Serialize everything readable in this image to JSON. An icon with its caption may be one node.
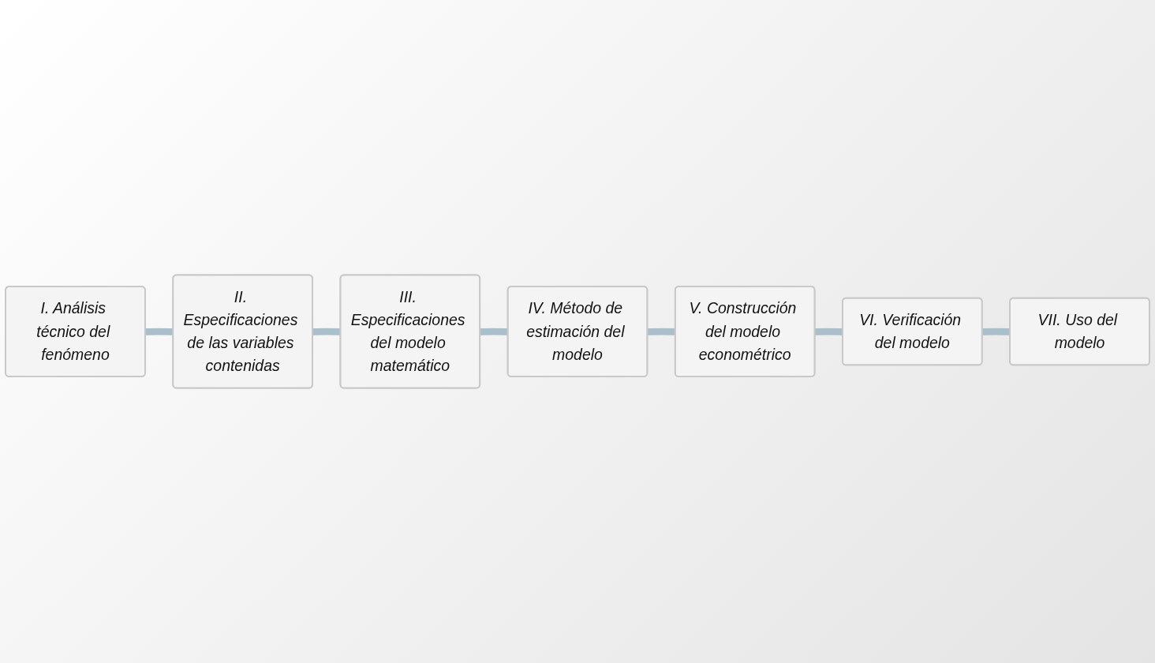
{
  "diagram": {
    "nodes": [
      {
        "text": [
          "I. Análisis técnico del fenómeno"
        ]
      },
      {
        "text": [
          "II. Especificaciones de las variables contenidas"
        ]
      },
      {
        "text": [
          "III. Especificaciones del modelo matemático"
        ]
      },
      {
        "text": [
          "IV. Método de estimación del modelo"
        ]
      },
      {
        "text": [
          "V. Construcción del modelo econométrico"
        ]
      },
      {
        "text": [
          "VI. Verificación del modelo"
        ]
      },
      {
        "text": [
          "VII. Uso del modelo"
        ]
      }
    ],
    "edges": [
      {
        "from": 0,
        "to": 1,
        "arrow": "none"
      },
      {
        "from": 1,
        "to": 2,
        "arrow": "none"
      },
      {
        "from": 2,
        "to": 3,
        "arrow": "none"
      },
      {
        "from": 3,
        "to": 4,
        "arrow": "none"
      },
      {
        "from": 4,
        "to": 5,
        "arrow": "none"
      },
      {
        "from": 5,
        "to": 6,
        "arrow": "none"
      }
    ]
  }
}
